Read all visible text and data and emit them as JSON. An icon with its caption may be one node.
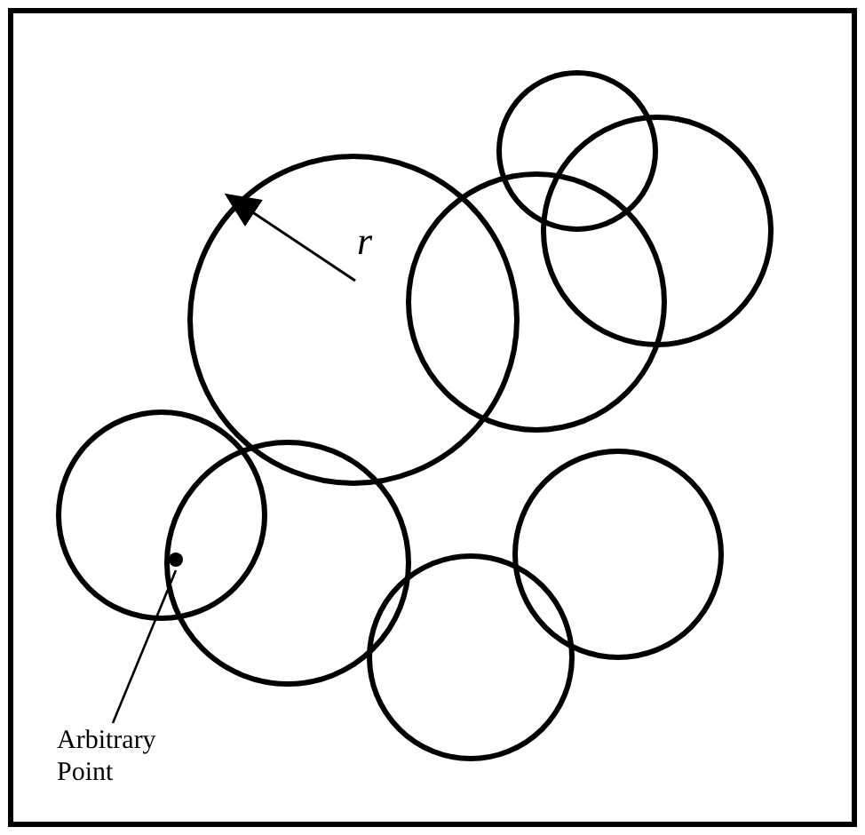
{
  "diagram": {
    "nodes": [
      {
        "text": [],
        "shape": "circle"
      },
      {
        "text": [
          "Arbitrary Point"
        ]
      }
    ],
    "edges": [
      {
        "from": 1,
        "to": 0,
        "arrow": "none"
      }
    ],
    "labels": [
      "r"
    ]
  }
}
